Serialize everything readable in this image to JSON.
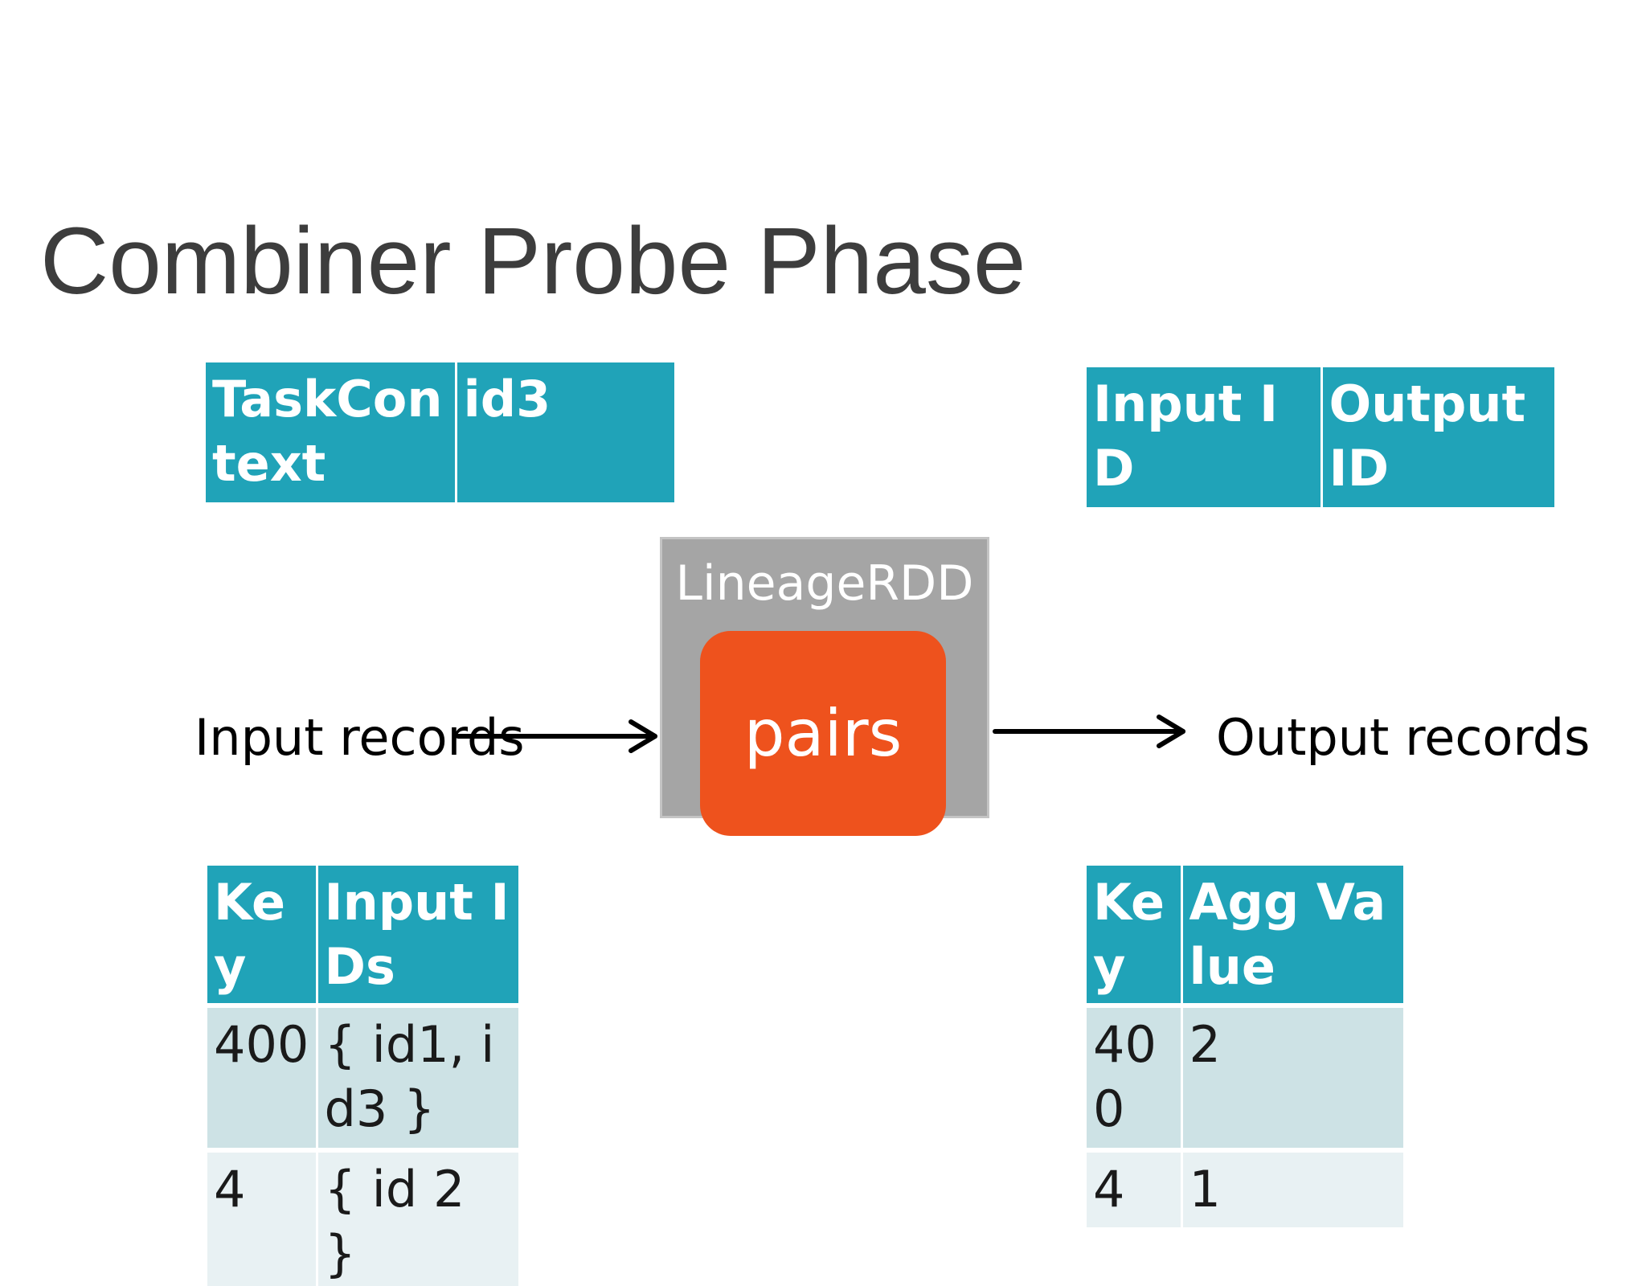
{
  "title": "Combiner Probe Phase",
  "task_table": {
    "headers": [
      "TaskContext",
      "id3"
    ]
  },
  "io_table": {
    "headers": [
      "Input ID",
      "Output ID"
    ]
  },
  "lineage": {
    "outer_label": "LineageRDD",
    "inner_label": "pairs",
    "outer_color": "#a5a5a5",
    "inner_color": "#ee521d"
  },
  "flow": {
    "input_label": "Input records",
    "output_label": "Output records"
  },
  "key_inputs_table": {
    "headers": [
      "Key",
      "Input IDs"
    ],
    "rows": [
      [
        "400",
        "{ id1, id3 }"
      ],
      [
        "4",
        "{ id 2 }"
      ]
    ]
  },
  "key_agg_table": {
    "headers": [
      "Key",
      "Agg Value"
    ],
    "rows": [
      [
        "400",
        "2"
      ],
      [
        "4",
        "1"
      ]
    ]
  },
  "colors": {
    "table_header": "#20a3b8",
    "row_dark": "#cde2e5",
    "row_light": "#e8f1f3"
  }
}
